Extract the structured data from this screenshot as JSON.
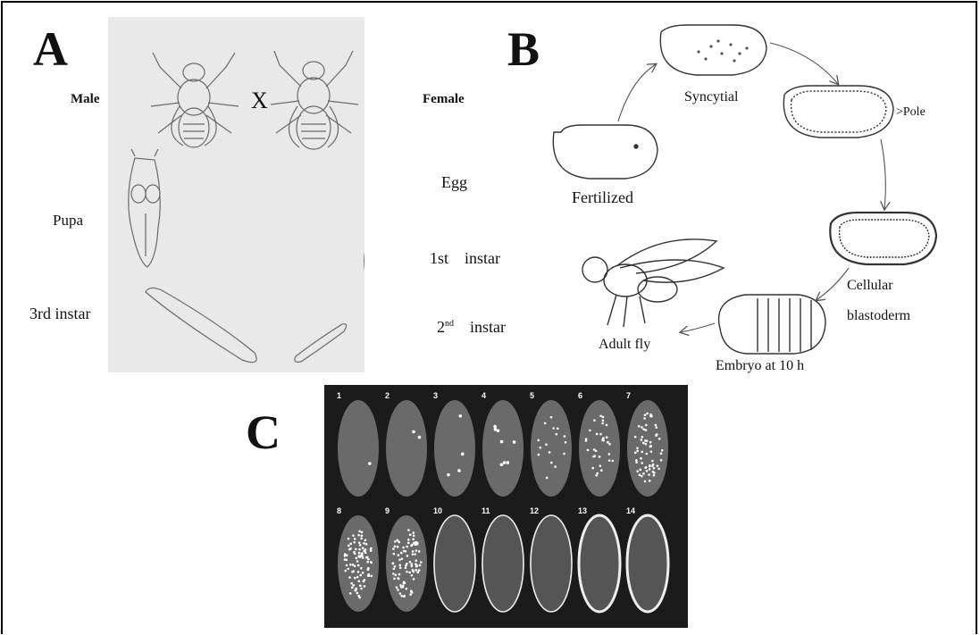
{
  "panels": {
    "a": {
      "letter": "A",
      "labels": {
        "male": "Male",
        "cross": "X",
        "female": "Female",
        "pupa": "Pupa",
        "egg": "Egg",
        "first_instar": "1st    instar",
        "third_instar": "3rd instar",
        "second_instar_num": "2",
        "second_instar_sup": "nd",
        "second_instar_word": "instar"
      }
    },
    "b": {
      "letter": "B",
      "labels": {
        "fertilized": "Fertilized",
        "syncytial": "Syncytial",
        "pole": ">Pole",
        "cellular": "Cellular",
        "blastoderm": "blastoderm",
        "embryo": "Embryo at 10 h",
        "adult": "Adult fly"
      }
    },
    "c": {
      "letter": "C",
      "stages": [
        "1",
        "2",
        "3",
        "4",
        "5",
        "6",
        "7",
        "8",
        "9",
        "10",
        "11",
        "12",
        "13",
        "14"
      ]
    }
  },
  "colors": {
    "panel_a_bg": "#e9e9e9",
    "panel_c_bg": "#1b1b1b",
    "line": "#555555"
  }
}
